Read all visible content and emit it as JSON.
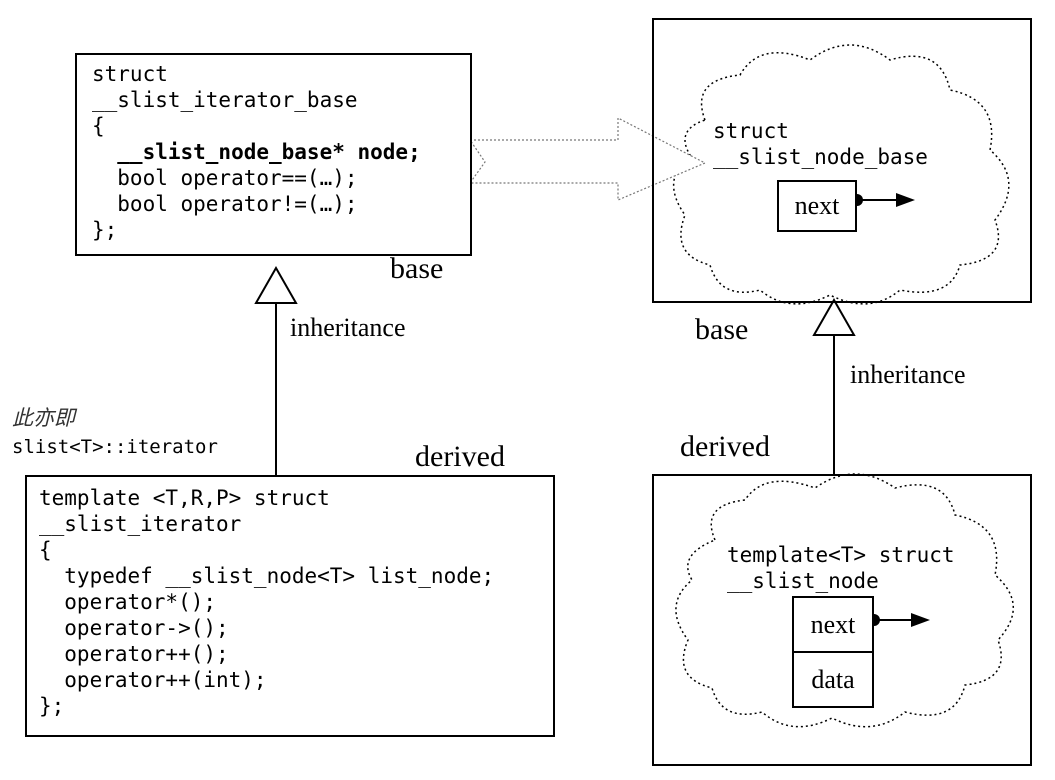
{
  "iterator_base": {
    "lines": [
      "struct",
      "__slist_iterator_base",
      "{",
      "  __slist_node_base* node;",
      "  bool operator==(…);",
      "  bool operator!=(…);",
      "};"
    ],
    "label": "base"
  },
  "node_base": {
    "lines": [
      "struct",
      "__slist_node_base"
    ],
    "field": "next",
    "label": "base"
  },
  "iterator": {
    "alias_line1": "此亦即",
    "alias_line2": "slist<T>::iterator",
    "lines": [
      "template <T,R,P> struct",
      "__slist_iterator",
      "{",
      "  typedef __slist_node<T> list_node;",
      "  operator*();",
      "  operator->();",
      "  operator++();",
      "  operator++(int);",
      "};"
    ],
    "label": "derived"
  },
  "node": {
    "lines": [
      "template<T> struct",
      "__slist_node"
    ],
    "fields": [
      "next",
      "data"
    ],
    "label": "derived"
  },
  "edges": {
    "left_inheritance": "inheritance",
    "right_inheritance": "inheritance"
  }
}
